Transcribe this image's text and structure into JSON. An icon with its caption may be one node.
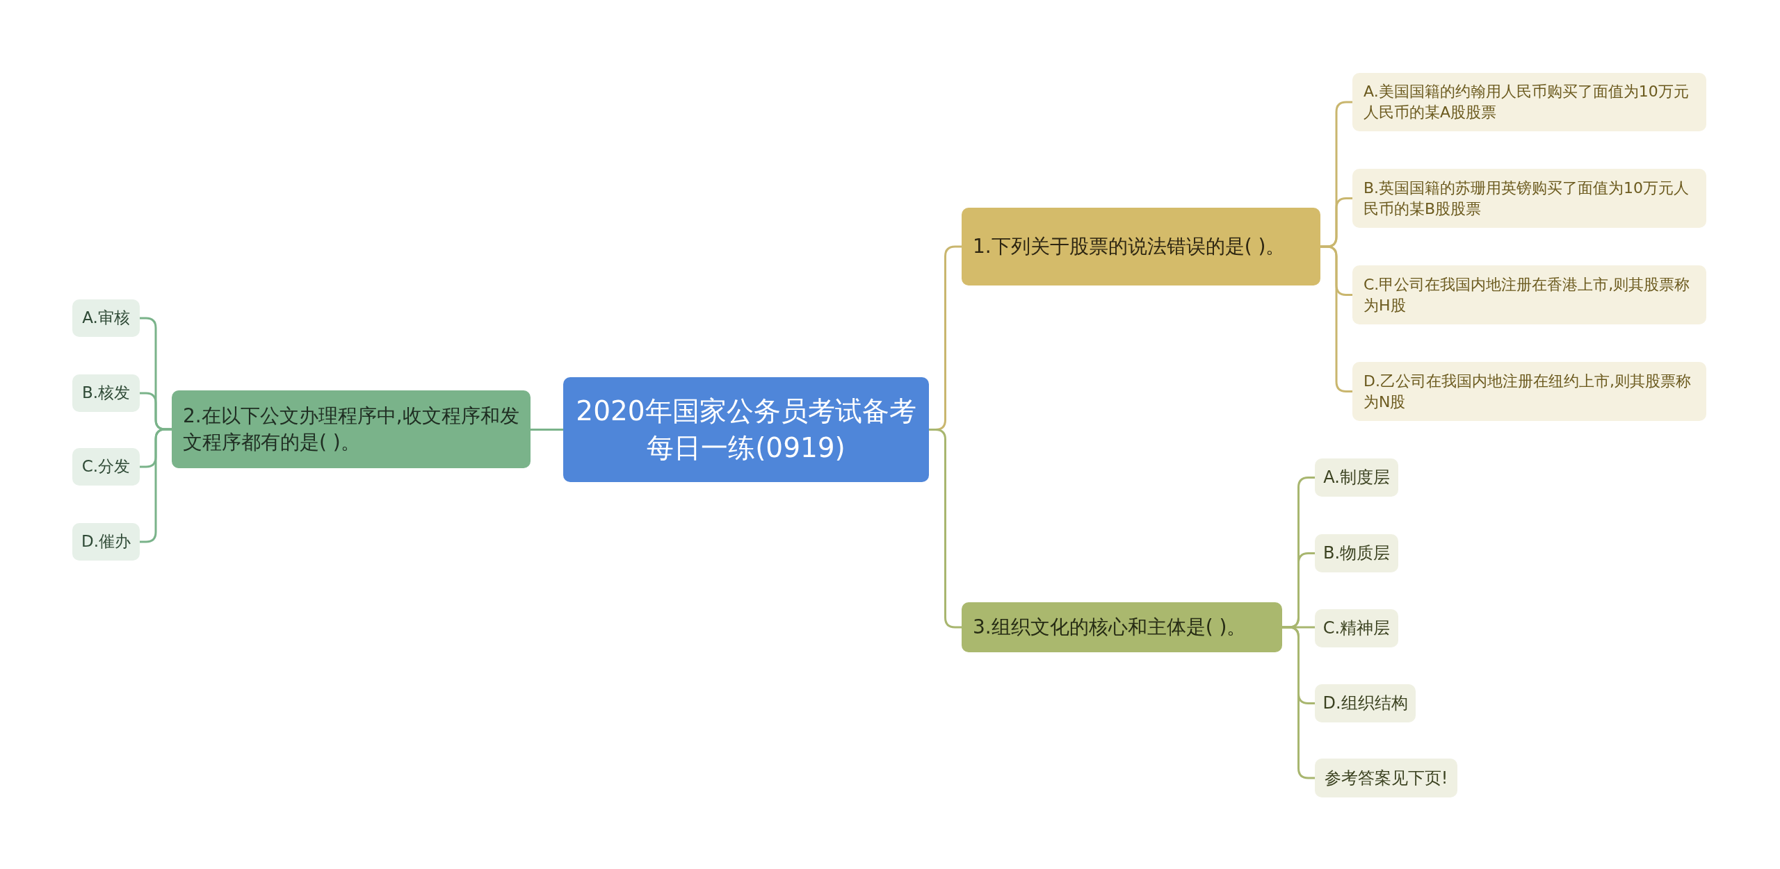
{
  "diagram": {
    "nodes": [
      {
        "text": [
          "2020年国家公务员考试备考每日一练(0919)"
        ]
      },
      {
        "text": [
          "2.在以下公文办理程序中,收文程序和发文程序都有的是( )。"
        ]
      },
      {
        "text": [
          "A.审核"
        ]
      },
      {
        "text": [
          "B.核发"
        ]
      },
      {
        "text": [
          "C.分发"
        ]
      },
      {
        "text": [
          "D.催办"
        ]
      },
      {
        "text": [
          "1.下列关于股票的说法错误的是( )。"
        ]
      },
      {
        "text": [
          "A.美国国籍的约翰用人民币购买了面值为10万元人民币的某A股股票"
        ]
      },
      {
        "text": [
          "B.英国国籍的苏珊用英镑购买了面值为10万元人民币的某B股股票"
        ]
      },
      {
        "text": [
          "C.甲公司在我国内地注册在香港上市,则其股票称为H股"
        ]
      },
      {
        "text": [
          "D.乙公司在我国内地注册在纽约上市,则其股票称为N股"
        ]
      },
      {
        "text": [
          "3.组织文化的核心和主体是( )。"
        ]
      },
      {
        "text": [
          "A.制度层"
        ]
      },
      {
        "text": [
          "B.物质层"
        ]
      },
      {
        "text": [
          "C.精神层"
        ]
      },
      {
        "text": [
          "D.组织结构"
        ]
      },
      {
        "text": [
          "参考答案见下页!"
        ]
      }
    ],
    "edges": [
      {
        "from": 0,
        "to": 1,
        "arrow": "none",
        "color": "#7ab38a"
      },
      {
        "from": 1,
        "to": 2,
        "arrow": "none",
        "color": "#7ab38a"
      },
      {
        "from": 1,
        "to": 3,
        "arrow": "none",
        "color": "#7ab38a"
      },
      {
        "from": 1,
        "to": 4,
        "arrow": "none",
        "color": "#7ab38a"
      },
      {
        "from": 1,
        "to": 5,
        "arrow": "none",
        "color": "#7ab38a"
      },
      {
        "from": 0,
        "to": 6,
        "arrow": "none",
        "color": "#c9b66e"
      },
      {
        "from": 6,
        "to": 7,
        "arrow": "none",
        "color": "#c9b66e"
      },
      {
        "from": 6,
        "to": 8,
        "arrow": "none",
        "color": "#c9b66e"
      },
      {
        "from": 6,
        "to": 9,
        "arrow": "none",
        "color": "#c9b66e"
      },
      {
        "from": 6,
        "to": 10,
        "arrow": "none",
        "color": "#c9b66e"
      },
      {
        "from": 0,
        "to": 11,
        "arrow": "none",
        "color": "#a8b66f"
      },
      {
        "from": 11,
        "to": 12,
        "arrow": "none",
        "color": "#a8b66f"
      },
      {
        "from": 11,
        "to": 13,
        "arrow": "none",
        "color": "#a8b66f"
      },
      {
        "from": 11,
        "to": 14,
        "arrow": "none",
        "color": "#a8b66f"
      },
      {
        "from": 11,
        "to": 15,
        "arrow": "none",
        "color": "#a8b66f"
      },
      {
        "from": 11,
        "to": 16,
        "arrow": "none",
        "color": "#a8b66f"
      }
    ]
  }
}
